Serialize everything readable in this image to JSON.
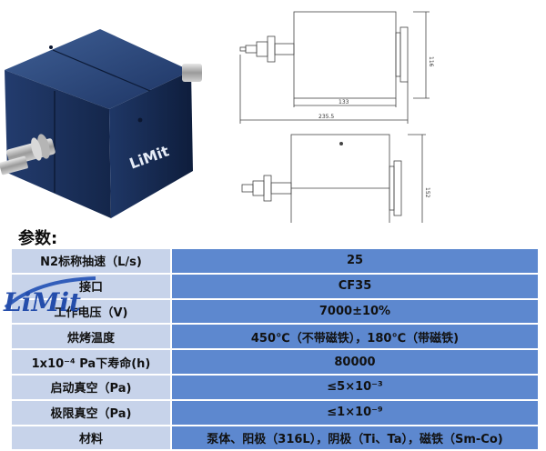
{
  "product": {
    "logo_text": "LiMit"
  },
  "drawings": {
    "side_view": {
      "dims": [
        "133",
        "235.5",
        "116"
      ]
    },
    "top_view": {
      "dims": [
        "152"
      ]
    }
  },
  "params_title": "参数:",
  "specs": [
    {
      "label": "N2标称抽速（L/s)",
      "value": "25"
    },
    {
      "label": "接口",
      "value": "CF35"
    },
    {
      "label": "工作电压（V)",
      "value": "7000±10%"
    },
    {
      "label": "烘烤温度",
      "value": "450℃（不带磁铁），180℃（带磁铁)"
    },
    {
      "label": "1x10⁻⁴ Pa下寿命(h)",
      "value": "80000"
    },
    {
      "label": "启动真空（Pa)",
      "value": "≤5×10⁻³"
    },
    {
      "label": "极限真空（Pa)",
      "value": "≤1×10⁻⁹"
    },
    {
      "label": "材料",
      "value": "泵体、阳极（316L），阴极（Ti、Ta），磁铁（Sm-Co)"
    }
  ],
  "watermark": {
    "text": "LiMit"
  }
}
